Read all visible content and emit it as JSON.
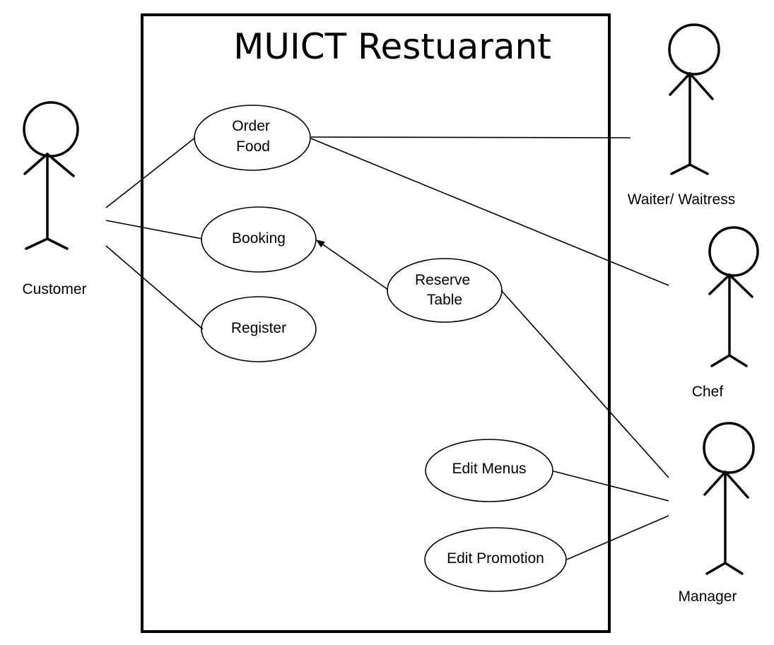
{
  "system": {
    "title": "MUICT Restuarant"
  },
  "actors": {
    "customer": "Customer",
    "waiter": "Waiter/ Waitress",
    "chef": "Chef",
    "manager": "Manager"
  },
  "use_cases": {
    "order_food": [
      "Order",
      "Food"
    ],
    "booking": [
      "Booking"
    ],
    "register": [
      "Register"
    ],
    "reserve_table": [
      "Reserve",
      "Table"
    ],
    "edit_menus": [
      "Edit Menus"
    ],
    "edit_promotion": [
      "Edit Promotion"
    ]
  },
  "associations": [
    {
      "from": "customer",
      "to": "order_food"
    },
    {
      "from": "customer",
      "to": "booking"
    },
    {
      "from": "customer",
      "to": "register"
    },
    {
      "from": "order_food",
      "to": "waiter"
    },
    {
      "from": "order_food",
      "to": "chef"
    },
    {
      "from": "reserve_table",
      "to": "booking",
      "arrow": true
    },
    {
      "from": "reserve_table",
      "to": "manager"
    },
    {
      "from": "edit_menus",
      "to": "manager"
    },
    {
      "from": "edit_promotion",
      "to": "manager"
    }
  ],
  "colors": {
    "line": "#000000",
    "background": "#ffffff"
  }
}
